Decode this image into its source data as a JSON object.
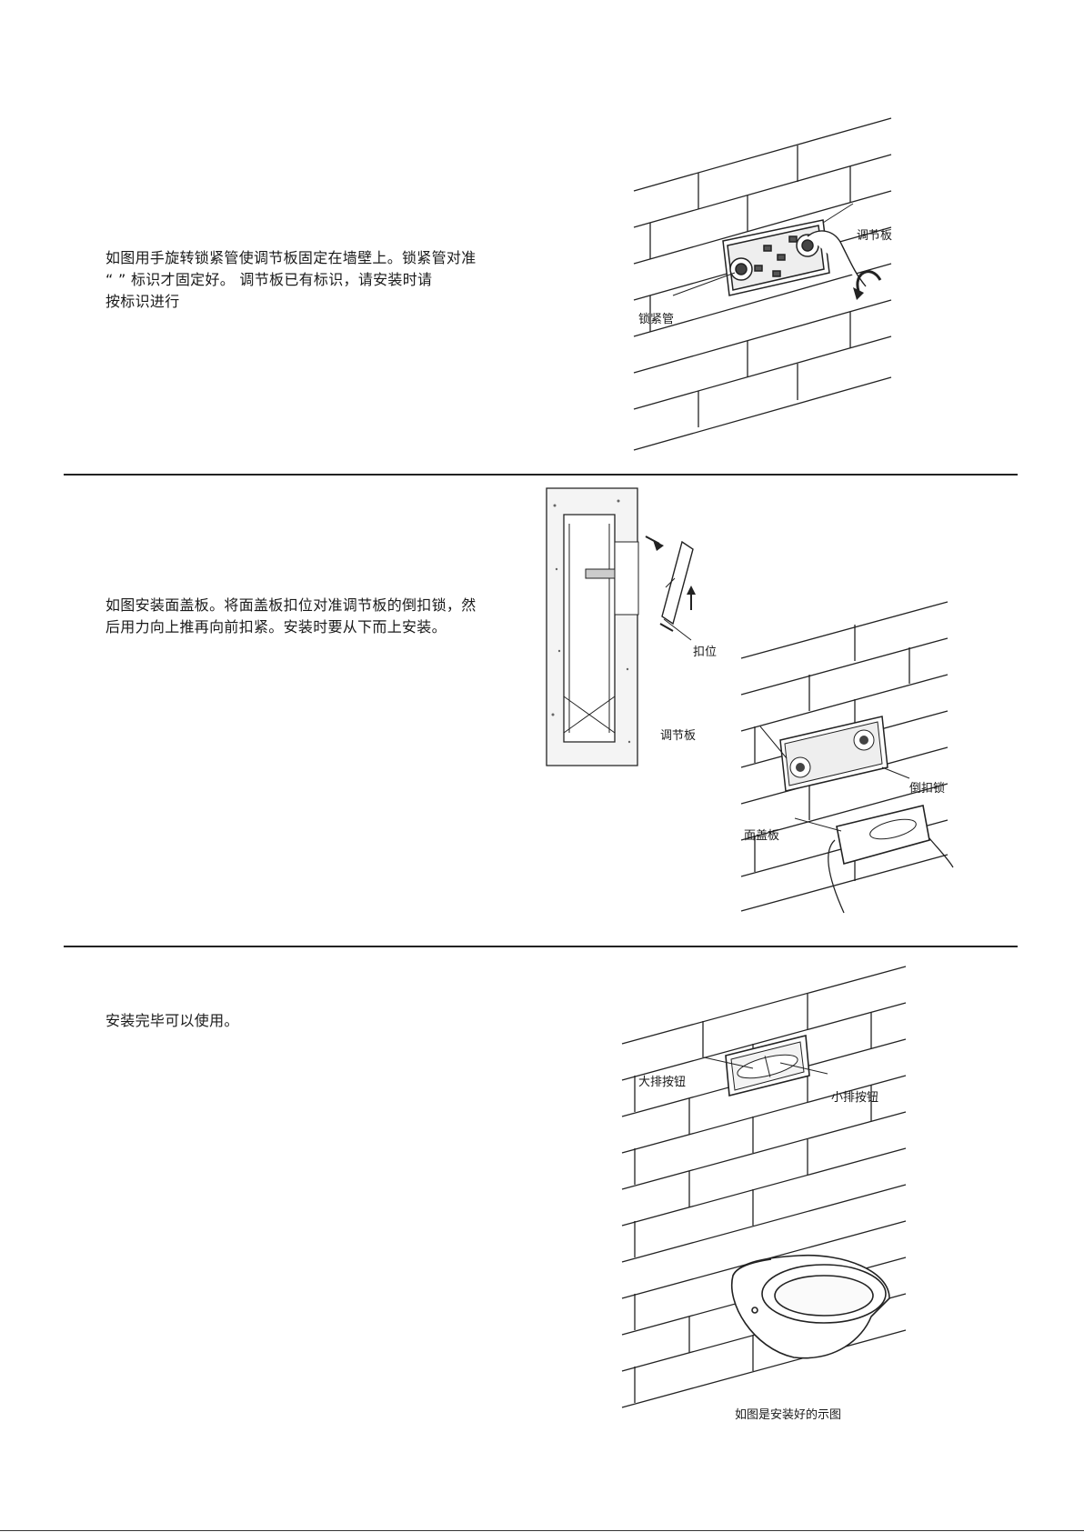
{
  "steps": [
    {
      "text": "如图用手旋转锁紧管使调节板固定在墙壁上。锁紧管对准\n  “        ” 标识才固定好。  调节板已有标识，请安装时请\n按标识进行",
      "labels": {
        "adjust_plate": "调节板",
        "lock_tube": "锁紧管"
      }
    },
    {
      "text": "如图安装面盖板。将面盖板扣位对准调节板的倒扣锁，然\n后用力向上推再向前扣紧。安装时要从下而上安装。",
      "labels": {
        "clip": "扣位",
        "adjust_plate": "调节板",
        "reverse_lock": "倒扣锁",
        "cover_panel": "面盖板"
      }
    },
    {
      "text": "安装完毕可以使用。",
      "labels": {
        "big_flush": "大排按钮",
        "small_flush": "小排按钮",
        "caption": "如图是安装好的示图"
      }
    }
  ]
}
